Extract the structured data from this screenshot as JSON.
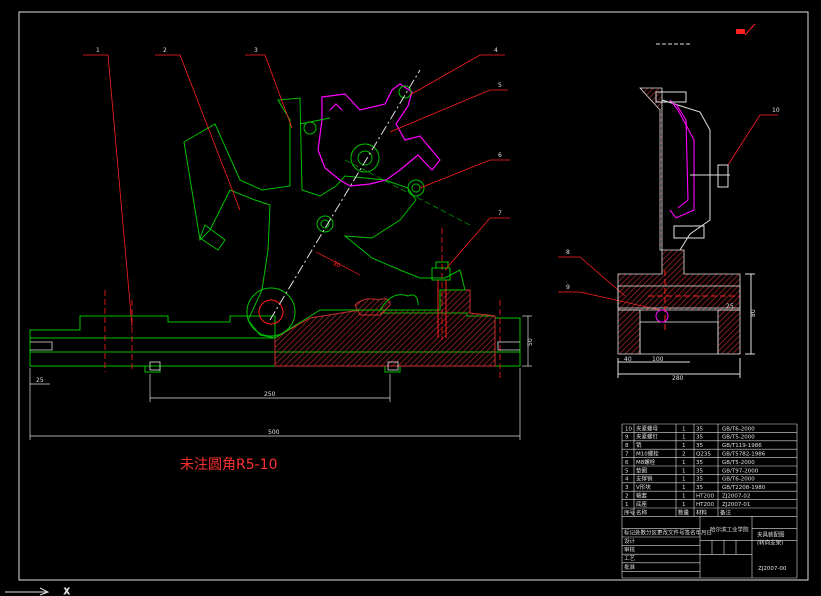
{
  "note_text": "未注圆角R5-10",
  "part_callouts": [
    "1",
    "2",
    "3",
    "4",
    "5",
    "6",
    "7",
    "8",
    "9",
    "10"
  ],
  "dimensions": {
    "base_height": "50",
    "left_offset": "25",
    "slot_width": "250",
    "total_length": "500",
    "angle_tag": "30",
    "side_height": "80",
    "side_width": "280",
    "side_left": "40",
    "side_center": "100",
    "side_right": "25"
  },
  "title_block": {
    "rows": [
      {
        "no": "10",
        "name": "夹紧螺母",
        "qty": "1",
        "mat": "35",
        "std": "GB/T6-2000"
      },
      {
        "no": "9",
        "name": "夹紧螺钉",
        "qty": "1",
        "mat": "35",
        "std": "GB/T5-2000"
      },
      {
        "no": "8",
        "name": "销",
        "qty": "1",
        "mat": "35",
        "std": "GB/T119-1986"
      },
      {
        "no": "7",
        "name": "M10螺栓",
        "qty": "2",
        "mat": "Q235",
        "std": "GB/T5782-1986"
      },
      {
        "no": "6",
        "name": "M8螺栓",
        "qty": "1",
        "mat": "35",
        "std": "GB/T5-2000"
      },
      {
        "no": "5",
        "name": "垫圈",
        "qty": "1",
        "mat": "35",
        "std": "GB/T97-2000"
      },
      {
        "no": "4",
        "name": "支撑销",
        "qty": "1",
        "mat": "35",
        "std": "GB/T6-2000"
      },
      {
        "no": "3",
        "name": "V形块",
        "qty": "1",
        "mat": "35",
        "std": "GB/T2208-1980"
      },
      {
        "no": "2",
        "name": "轴套",
        "qty": "1",
        "mat": "HT200",
        "std": "ZJ2007-02"
      },
      {
        "no": "1",
        "name": "底座",
        "qty": "1",
        "mat": "HT200",
        "std": "ZJ2007-01"
      }
    ],
    "header": [
      "序号",
      "名称",
      "数量",
      "材料",
      "备注"
    ],
    "school": "哈尔滨工业学院",
    "drawing_name": "夹具装配图",
    "drawing_sub": "(转向支架)",
    "drawing_no": "ZJ2007-00",
    "sign_rows": [
      "标记处数分区更改文件号签名年月日",
      "设计",
      "审核",
      "工艺",
      "批准"
    ]
  },
  "colors": {
    "outline": "#00c000",
    "magenta": "#ff00ff",
    "red": "#ff2020",
    "white": "#e0e0e0",
    "hatch": "#c83030",
    "frame": "#e0e0e0"
  }
}
